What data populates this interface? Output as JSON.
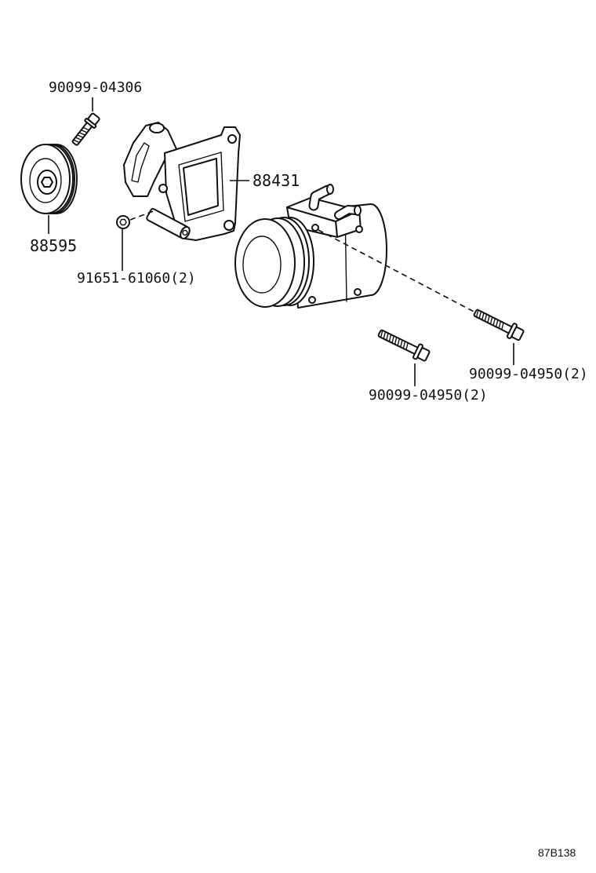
{
  "diagram": {
    "labels": {
      "bolt_top": "90099-04306",
      "bracket": "88431",
      "pulley": "88595",
      "nut": "91651-61060(2)",
      "bolt_right": "90099-04950(2)",
      "bolt_lower": "90099-04950(2)"
    },
    "figure_code": "87B138"
  }
}
